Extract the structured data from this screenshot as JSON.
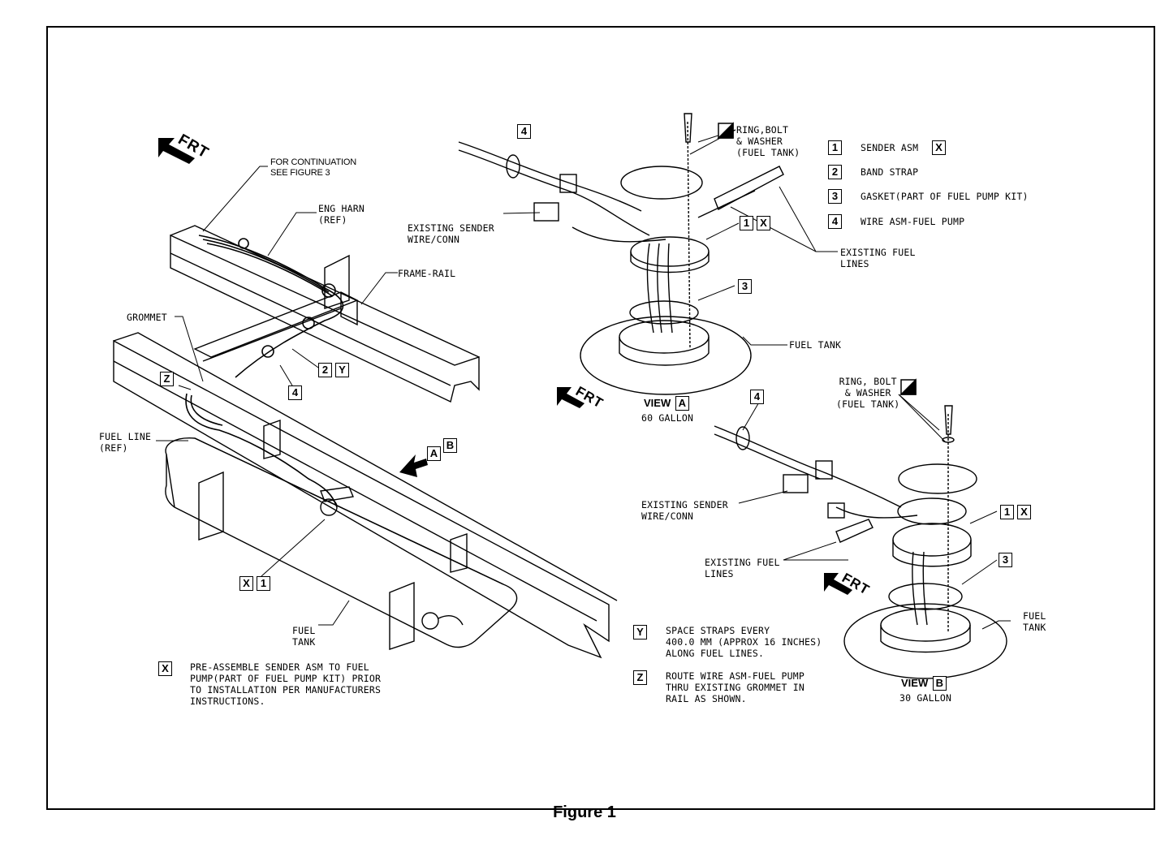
{
  "figure": {
    "caption": "Figure 1"
  },
  "directions": {
    "front": "FRT"
  },
  "left_view": {
    "continuation": "FOR CONTINUATION\nSEE FIGURE 3",
    "eng_harn": "ENG HARN\n(REF)",
    "frame_rail": "FRAME-RAIL",
    "grommet": "GROMMET",
    "fuel_line": "FUEL LINE\n(REF)",
    "fuel_tank": "FUEL\nTANK",
    "callouts": {
      "c4": "4",
      "c2": "2",
      "cy": "Y",
      "cz": "Z",
      "cx": "X",
      "c1": "1",
      "ca": "A",
      "cb": "B"
    }
  },
  "view_a": {
    "title": "VIEW",
    "letter": "A",
    "capacity": "60 GALLON",
    "ring_bolt_washer": "RING,BOLT\n& WASHER\n(FUEL TANK)",
    "existing_sender": "EXISTING SENDER\nWIRE/CONN",
    "existing_fuel_lines": "EXISTING FUEL\nLINES",
    "fuel_tank": "FUEL TANK",
    "callouts": {
      "c4": "4",
      "c1": "1",
      "cx": "X",
      "c3": "3"
    }
  },
  "view_b": {
    "title": "VIEW",
    "letter": "B",
    "capacity": "30 GALLON",
    "ring_bolt_washer": "RING, BOLT\n& WASHER\n(FUEL TANK)",
    "existing_sender": "EXISTING SENDER\nWIRE/CONN",
    "existing_fuel_lines": "EXISTING FUEL\nLINES",
    "fuel_tank": "FUEL\nTANK",
    "callouts": {
      "c4": "4",
      "c1": "1",
      "cx": "X",
      "c3": "3"
    }
  },
  "legend": {
    "items": [
      {
        "num": "1",
        "text": "SENDER ASM",
        "tag": "X"
      },
      {
        "num": "2",
        "text": "BAND STRAP",
        "tag": ""
      },
      {
        "num": "3",
        "text": "GASKET(PART OF FUEL PUMP KIT)",
        "tag": ""
      },
      {
        "num": "4",
        "text": "WIRE ASM-FUEL PUMP",
        "tag": ""
      }
    ]
  },
  "notes": {
    "x": {
      "tag": "X",
      "text": "PRE-ASSEMBLE SENDER ASM TO FUEL\nPUMP(PART OF FUEL PUMP KIT) PRIOR\nTO INSTALLATION PER MANUFACTURERS\nINSTRUCTIONS."
    },
    "y": {
      "tag": "Y",
      "text": "SPACE STRAPS EVERY\n400.0 MM (APPROX 16 INCHES)\nALONG FUEL LINES."
    },
    "z": {
      "tag": "Z",
      "text": "ROUTE WIRE ASM-FUEL PUMP\nTHRU EXISTING GROMMET IN\nRAIL AS SHOWN."
    }
  }
}
